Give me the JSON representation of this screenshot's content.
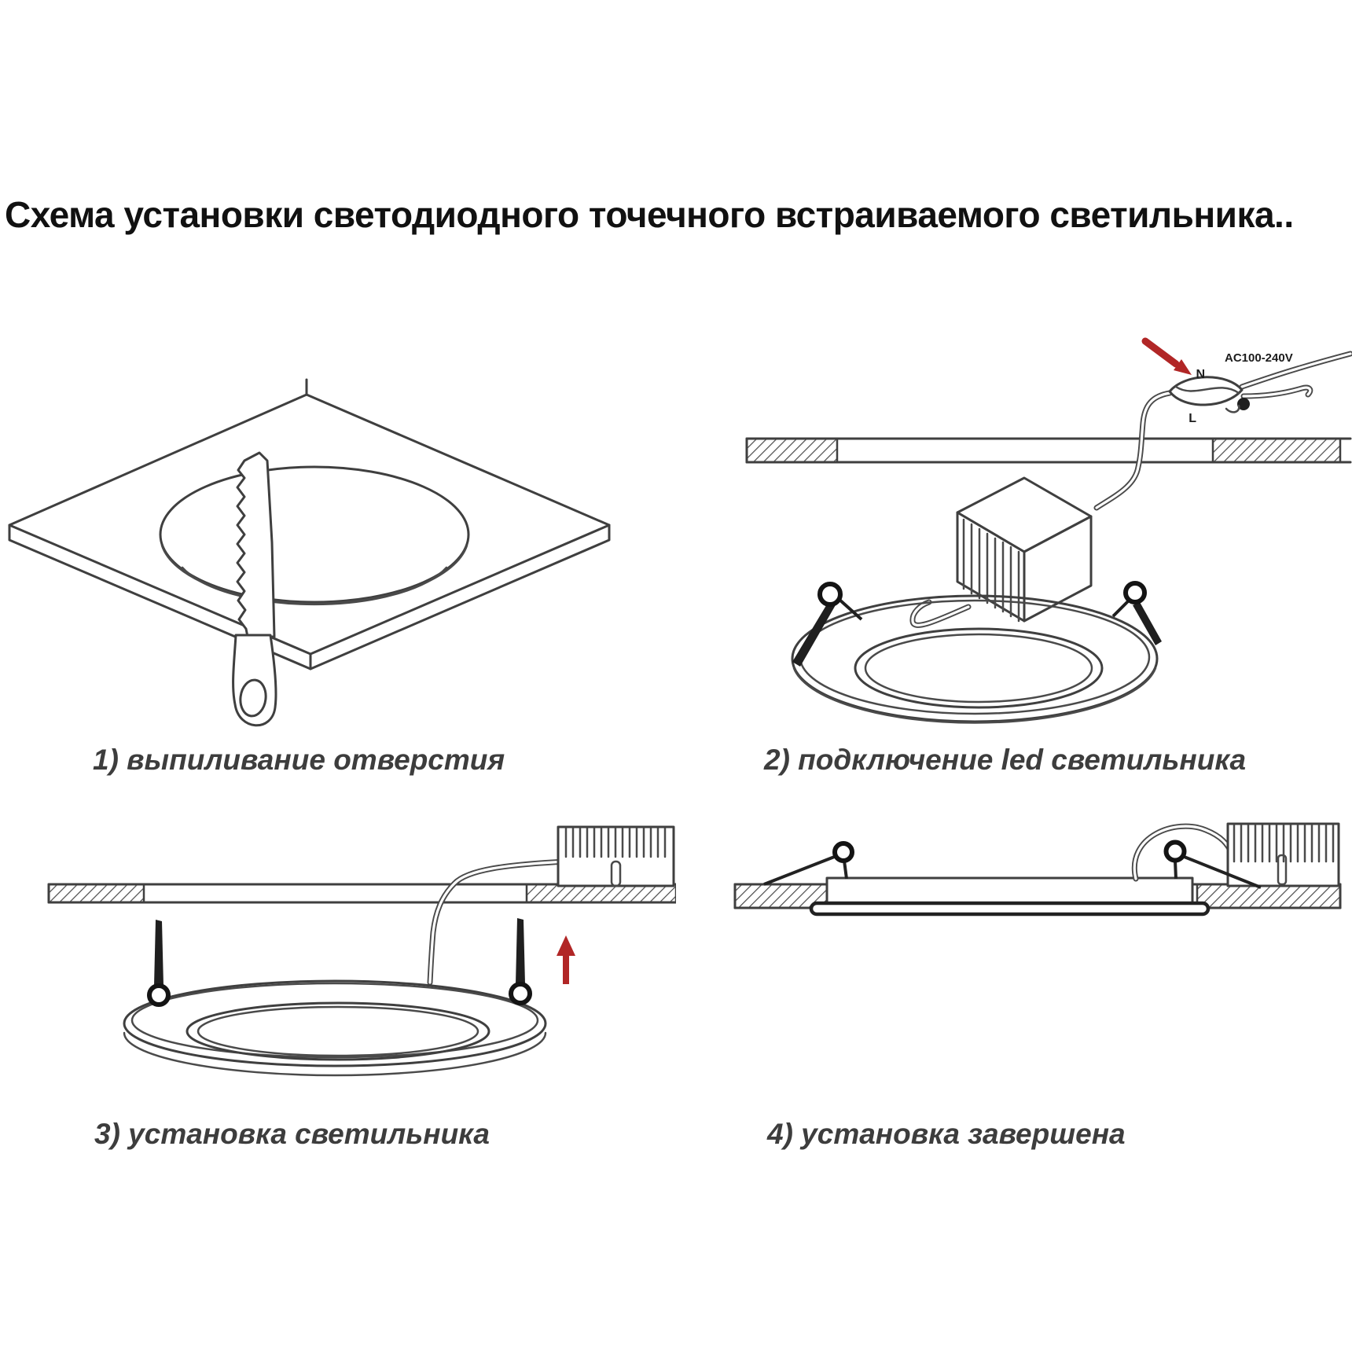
{
  "title": {
    "text": "Схема установки светодиодного точечного встраиваемого светильника.."
  },
  "steps": [
    {
      "label": "1) выпиливание отверстия"
    },
    {
      "label": "2) подключение led светильника"
    },
    {
      "label": "3) установка светильника"
    },
    {
      "label": "4) установка завершена"
    }
  ],
  "figure2": {
    "voltage_label": "AC100-240V",
    "wire_n": "N",
    "wire_l": "L"
  },
  "colors": {
    "background": "#ffffff",
    "title_text": "#111111",
    "label_text": "#3d3d3d",
    "line_art": "#3f3f3f",
    "clip_dark": "#1f1f1f",
    "arrow_red": "#b12626"
  }
}
